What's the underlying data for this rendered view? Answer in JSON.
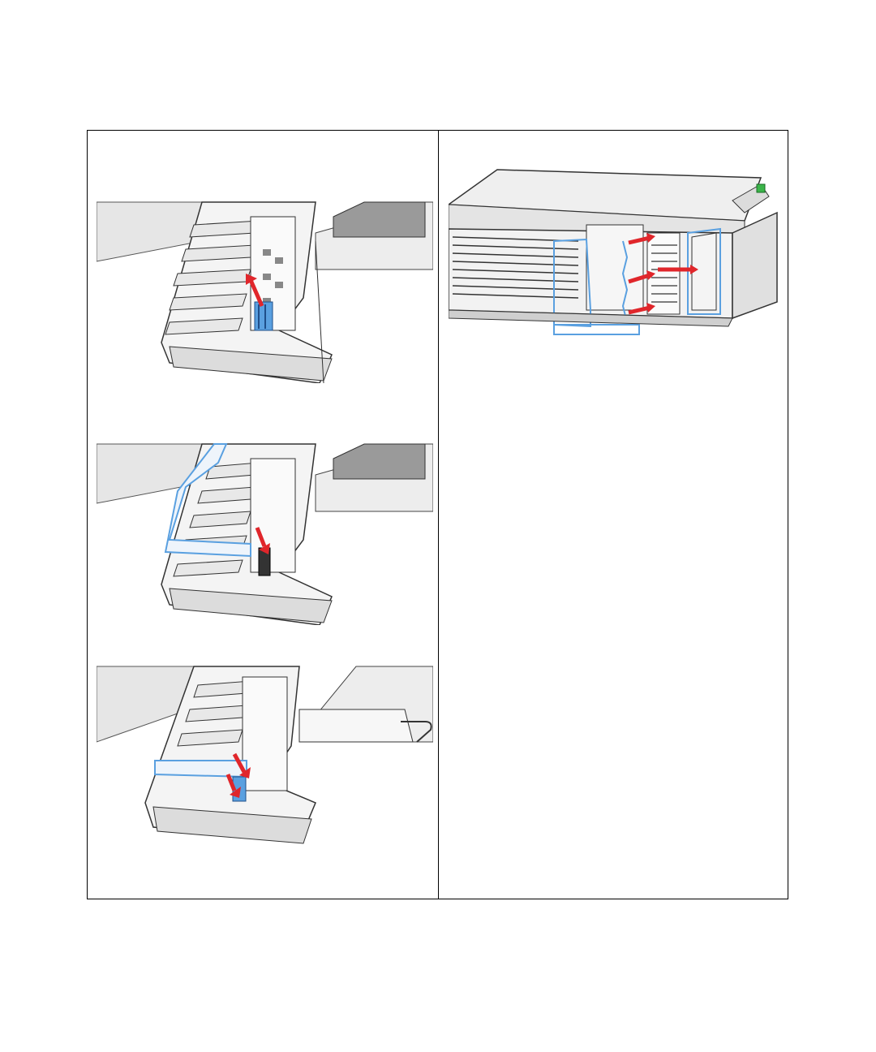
{
  "page": {
    "title": "",
    "figures": [
      {
        "id": "step-1",
        "icon": "ribbon-cable-disconnect-illustration",
        "caption": ""
      },
      {
        "id": "step-2",
        "icon": "cable-route-illustration",
        "caption": ""
      },
      {
        "id": "step-3",
        "icon": "cable-connect-illustration",
        "caption": ""
      },
      {
        "id": "step-4",
        "icon": "front-cover-install-illustration",
        "caption": ""
      }
    ]
  },
  "colors": {
    "arrow": "#e0262b",
    "highlight": "#5aa0e0",
    "outline": "#2c2c2c",
    "shade": "#d9d9d9"
  }
}
